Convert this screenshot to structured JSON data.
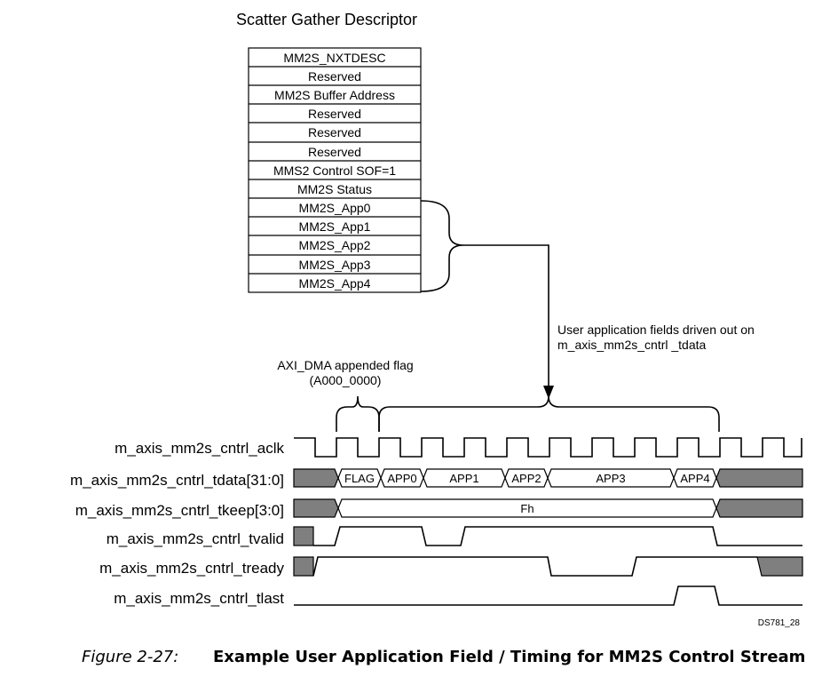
{
  "descriptor": {
    "title": "Scatter Gather Descriptor",
    "rows": [
      "MM2S_NXTDESC",
      "Reserved",
      "MM2S Buffer Address",
      "Reserved",
      "Reserved",
      "Reserved",
      "MMS2 Control SOF=1",
      "MM2S Status",
      "MM2S_App0",
      "MM2S_App1",
      "MM2S_App2",
      "MM2S_App3",
      "MM2S_App4"
    ]
  },
  "annotations": {
    "user_fields_line1": "User application fields driven out on",
    "user_fields_line2": "m_axis_mm2s_cntrl _tdata",
    "flag_line1": "AXI_DMA appended flag",
    "flag_line2": "(A000_0000)"
  },
  "signals": [
    "m_axis_mm2s_cntrl_aclk",
    "m_axis_mm2s_cntrl_tdata[31:0]",
    "m_axis_mm2s_cntrl_tkeep[3:0]",
    "m_axis_mm2s_cntrl_tvalid",
    "m_axis_mm2s_cntrl_tready",
    "m_axis_mm2s_cntrl_tlast"
  ],
  "tdata_fields": [
    "FLAG",
    "APP0",
    "APP1",
    "APP2",
    "APP3",
    "APP4"
  ],
  "tkeep_value": "Fh",
  "figure_id": "DS781_28",
  "caption": {
    "number": "Figure 2-27:",
    "title": "Example User Application Field / Timing for MM2S Control Stream"
  },
  "colors": {
    "line": "#000000",
    "shaded_bus": "#7f7f7f"
  }
}
